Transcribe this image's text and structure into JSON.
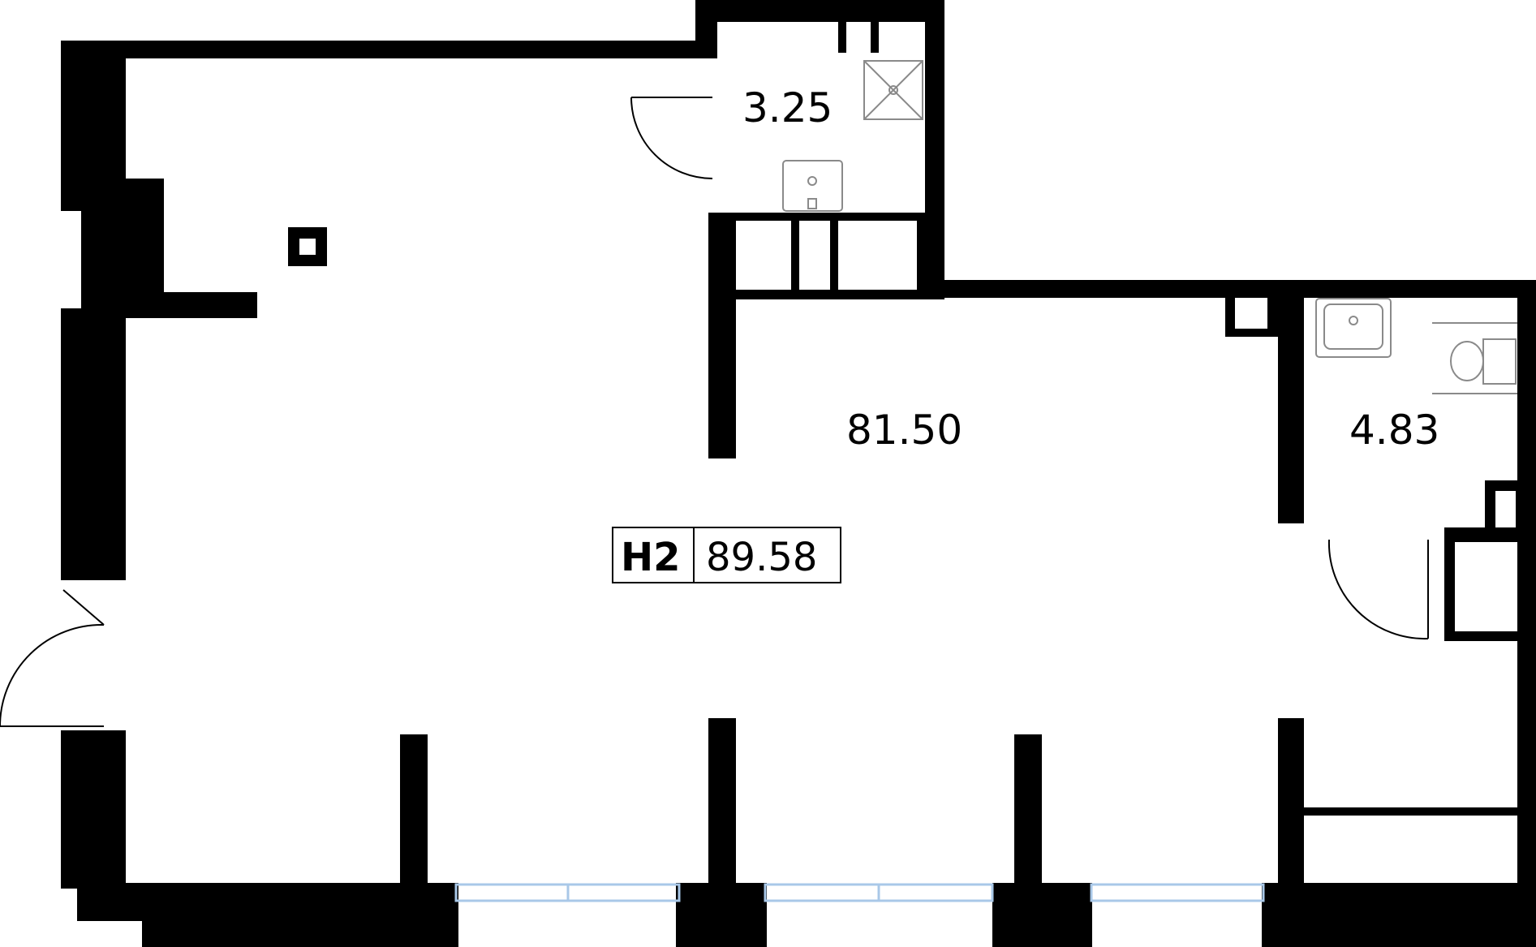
{
  "rooms": {
    "bathroom_top": {
      "area": "3.25"
    },
    "main_room": {
      "area": "81.50"
    },
    "bathroom_right": {
      "area": "4.83"
    }
  },
  "unit": {
    "code": "Н2",
    "total_area": "89.58"
  },
  "colors": {
    "wall": "#000000",
    "fixture": "#8a8a8a",
    "window": "#a9c8e8",
    "background": "#ffffff"
  }
}
